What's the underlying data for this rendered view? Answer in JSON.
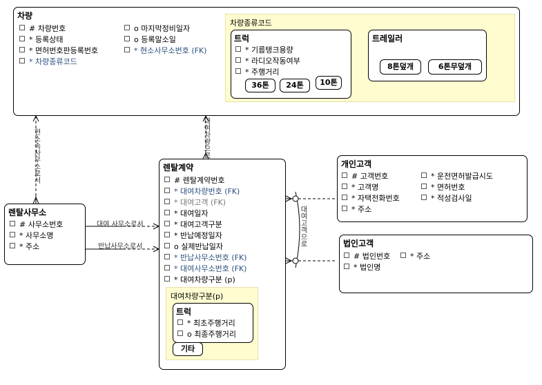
{
  "vehicle": {
    "title": "차량",
    "attrs_left": [
      {
        "mark": "#",
        "name": "차량번호",
        "fk": false
      },
      {
        "mark": "*",
        "name": "등록상태",
        "fk": false
      },
      {
        "mark": "*",
        "name": "면허번호판등록번호",
        "fk": false
      },
      {
        "mark": "*",
        "name": "차량종류코드",
        "fk": true
      }
    ],
    "attrs_right": [
      {
        "mark": "o",
        "name": "마지막정비일자",
        "fk": false
      },
      {
        "mark": "o",
        "name": "등록말소일",
        "fk": false
      },
      {
        "mark": "*",
        "name": "현소사무소번호 (FK)",
        "fk": true
      }
    ],
    "subtype_area": "차량종류코드",
    "truck": {
      "title": "트럭",
      "attrs": [
        {
          "mark": "*",
          "name": "기름탱크용량"
        },
        {
          "mark": "*",
          "name": "라디오작동여부"
        },
        {
          "mark": "*",
          "name": "주행거리"
        }
      ],
      "subs": [
        "36톤",
        "24톤",
        "10톤"
      ]
    },
    "trailer": {
      "title": "트레일러",
      "subs": [
        "8톤덮개",
        "6톤무덮개"
      ]
    }
  },
  "rental_office": {
    "title": "렌탈사무소",
    "attrs": [
      {
        "mark": "#",
        "name": "사무소번호"
      },
      {
        "mark": "*",
        "name": "사무소명"
      },
      {
        "mark": "*",
        "name": "주소"
      }
    ]
  },
  "rental_contract": {
    "title": "렌탈계약",
    "attrs": [
      {
        "mark": "#",
        "name": "렌탈계약번호",
        "style": ""
      },
      {
        "mark": "*",
        "name": "대여차량번호 (FK)",
        "style": "fk"
      },
      {
        "mark": "*",
        "name": "대여고객 (FK)",
        "style": "gray"
      },
      {
        "mark": "*",
        "name": "대여일자",
        "style": ""
      },
      {
        "mark": "*",
        "name": "대여고객구분",
        "style": ""
      },
      {
        "mark": "*",
        "name": "반납예정일자",
        "style": ""
      },
      {
        "mark": "o",
        "name": "실제반납일자",
        "style": ""
      },
      {
        "mark": "*",
        "name": "반납사무소번호 (FK)",
        "style": "fk"
      },
      {
        "mark": "*",
        "name": "대여사무소번호 (FK)",
        "style": "fk"
      },
      {
        "mark": "*",
        "name": "대여차량구분 (p)",
        "style": ""
      }
    ],
    "subtype_area": "대여차량구분(p)",
    "truck": {
      "title": "트럭",
      "attrs": [
        {
          "mark": "*",
          "name": "최초주행거리"
        },
        {
          "mark": "o",
          "name": "최종주행거리"
        }
      ]
    },
    "etc": "기타"
  },
  "individual_customer": {
    "title": "개인고객",
    "attrs_left": [
      {
        "mark": "#",
        "name": "고객번호"
      },
      {
        "mark": "*",
        "name": "고객명"
      },
      {
        "mark": "*",
        "name": "자택전화번호"
      },
      {
        "mark": "*",
        "name": "주소"
      }
    ],
    "attrs_right": [
      {
        "mark": "*",
        "name": "운전면허발급시도"
      },
      {
        "mark": "*",
        "name": "면허번호"
      },
      {
        "mark": "*",
        "name": "적성검사일"
      }
    ]
  },
  "corporate_customer": {
    "title": "법인고객",
    "attrs_left": [
      {
        "mark": "#",
        "name": "법인번호"
      },
      {
        "mark": "*",
        "name": "법인명"
      }
    ],
    "attrs_right": [
      {
        "mark": "*",
        "name": "주소"
      }
    ]
  },
  "relations": {
    "current_office": "현소속사무소로서",
    "rented_vehicle": "대여차량으로서",
    "rent_office": "대여 사무소로서",
    "return_office": "반납사무소로서",
    "rent_customer": "대여고객으로"
  }
}
